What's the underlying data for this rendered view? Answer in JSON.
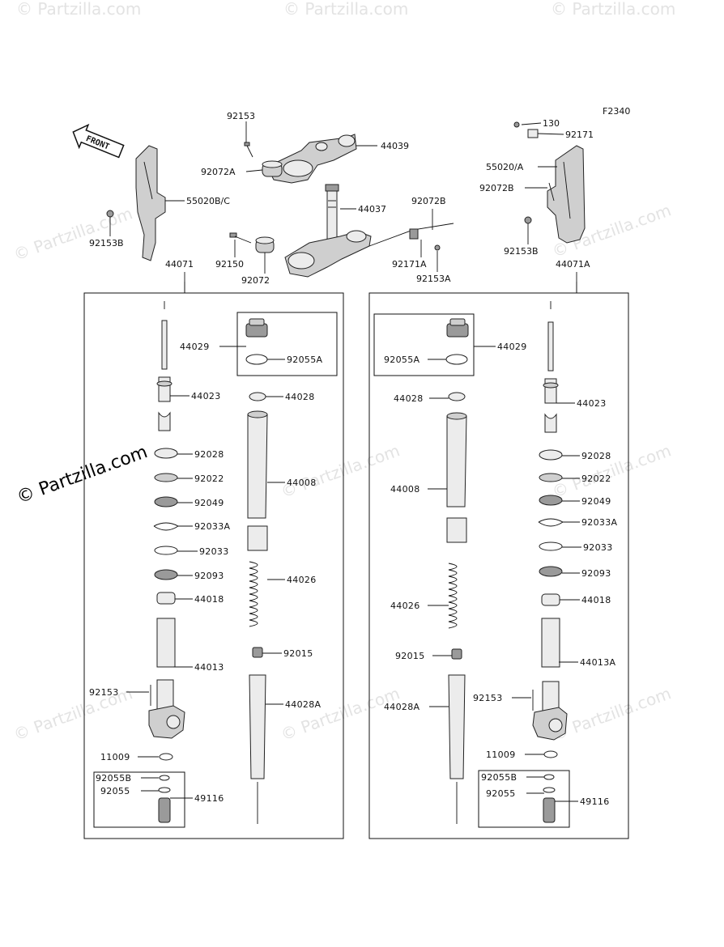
{
  "figure_code": "F2340",
  "front_label": "FRONT",
  "watermarks": {
    "main": "© Partzilla.com",
    "faint": "© Partzilla.com"
  },
  "labels": {
    "l_92153_top": "92153",
    "l_44039": "44039",
    "l_92072A": "92072A",
    "l_44037": "44037",
    "l_92072B": "92072B",
    "l_92150": "92150",
    "l_92072": "92072",
    "l_92171A": "92171A",
    "l_92153A": "92153A",
    "l_55020BC": "55020B/C",
    "l_92153B_l": "92153B",
    "l_44071": "44071",
    "l_130": "130",
    "l_92171": "92171",
    "l_55020A": "55020/A",
    "l_92072B_r": "92072B",
    "l_92153B_r": "92153B",
    "l_44071A": "44071A"
  },
  "left_panel": {
    "l_44029": "44029",
    "l_92055A": "92055A",
    "l_44023": "44023",
    "l_44028": "44028",
    "l_92028": "92028",
    "l_92022": "92022",
    "l_44008": "44008",
    "l_92049": "92049",
    "l_92033A": "92033A",
    "l_92033": "92033",
    "l_92093": "92093",
    "l_44026": "44026",
    "l_44018": "44018",
    "l_92015": "92015",
    "l_44013": "44013",
    "l_92153": "92153",
    "l_44028A": "44028A",
    "l_11009": "11009",
    "l_92055B": "92055B",
    "l_92055": "92055",
    "l_49116": "49116"
  },
  "right_panel": {
    "l_92055A": "92055A",
    "l_44029": "44029",
    "l_44028": "44028",
    "l_44023": "44023",
    "l_44008": "44008",
    "l_92028": "92028",
    "l_92022": "92022",
    "l_92049": "92049",
    "l_92033A": "92033A",
    "l_92033": "92033",
    "l_92093": "92093",
    "l_44026": "44026",
    "l_44018": "44018",
    "l_92015": "92015",
    "l_44013A": "44013A",
    "l_44028A": "44028A",
    "l_92153": "92153",
    "l_11009": "11009",
    "l_92055B": "92055B",
    "l_92055": "92055",
    "l_49116": "49116"
  }
}
